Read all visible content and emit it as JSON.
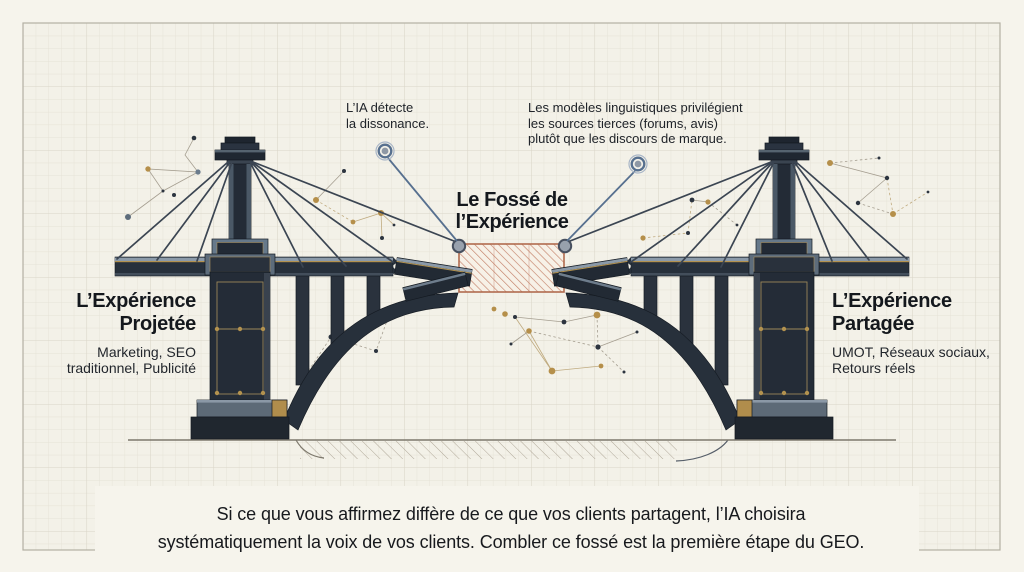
{
  "palette": {
    "paper": "#f6f4ec",
    "grid_area": "#f3f1e8",
    "ink": "#1d2127",
    "bridge_navy": "#27303b",
    "slate": "#5d6c7b",
    "accent_gold": "#b3924f",
    "gap_hatch_red": "#c4826a",
    "marker_blue": "#57708f"
  },
  "gap": {
    "title_line1": "Le Fossé de",
    "title_line2": "l’Expérience"
  },
  "annotations": {
    "left": {
      "lines": [
        "L’IA détecte",
        "la dissonance."
      ]
    },
    "right": {
      "lines": [
        "Les modèles linguistiques privilégient",
        "les sources tierces (forums, avis)",
        "plutôt que les discours de marque."
      ]
    }
  },
  "left_label": {
    "title_line1": "L’Expérience",
    "title_line2": "Projetée",
    "subtitle_line1": "Marketing, SEO",
    "subtitle_line2": "traditionnel, Publicité"
  },
  "right_label": {
    "title_line1": "L’Expérience",
    "title_line2": "Partagée",
    "subtitle_line1": "UMOT, Réseaux sociaux,",
    "subtitle_line2": "Retours réels"
  },
  "caption": {
    "line1": "Si ce que vous affirmez diffère de ce que vos clients partagent, l’IA choisira",
    "line2": "systématiquement la voix de vos clients. Combler ce fossé est la première étape du GEO."
  }
}
